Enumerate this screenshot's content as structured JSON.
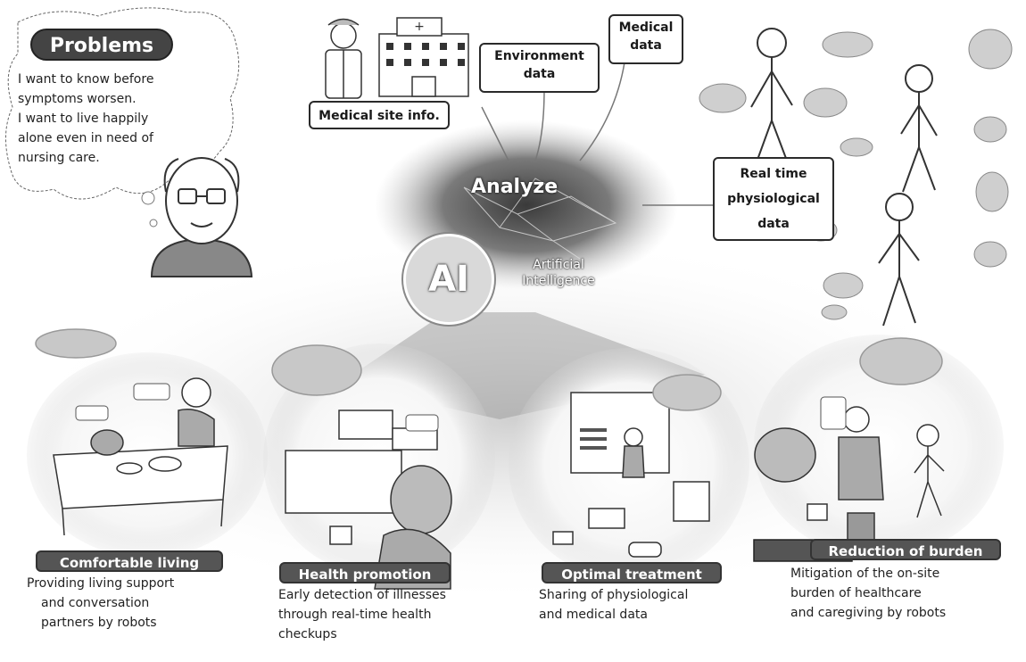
{
  "problems": {
    "heading": "Problems",
    "line1": "I want to know before",
    "line2": "symptoms worsen.",
    "line3": "I want to live happily",
    "line4": "alone even in need of",
    "line5": "nursing care."
  },
  "data_sources": {
    "medical_site": "Medical site info.",
    "environment_line1": "Environment",
    "environment_line2": "data",
    "medical_line1": "Medical",
    "medical_line2": "data",
    "realtime_line1": "Real time",
    "realtime_line2": "physiological",
    "realtime_line3": "data"
  },
  "center": {
    "analyze": "Analyze",
    "ai": "AI",
    "ai_line1": "Artificial",
    "ai_line2": "Intelligence"
  },
  "outcomes": {
    "comfortable": {
      "title": "Comfortable living",
      "line1": "Providing living support",
      "line2": "and conversation",
      "line3": "partners by robots"
    },
    "health": {
      "title": "Health promotion",
      "line1": "Early detection of illnesses",
      "line2": "through real-time health",
      "line3": "checkups"
    },
    "optimal": {
      "title": "Optimal treatment",
      "line1": "Sharing of physiological",
      "line2": "and medical data"
    },
    "burden": {
      "title": "Reduction of burden",
      "line1": "Mitigation of the on-site",
      "line2": "burden of healthcare",
      "line3": "and caregiving by robots"
    }
  }
}
